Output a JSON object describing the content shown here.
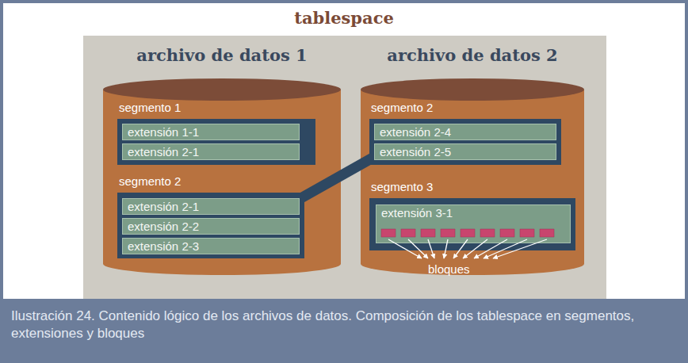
{
  "diagram": {
    "title": "tablespace",
    "caption": "Ilustración 24. Contenido lógico de los archivos de datos. Composición de los tablespace en segmentos, extensiones y bloques",
    "nodes": [
      {
        "text": [
          "archivo de datos 1"
        ]
      },
      {
        "text": [
          "segmento 1"
        ],
        "in": 0
      },
      {
        "text": [
          "extensión 1-1"
        ],
        "in": 1
      },
      {
        "text": [
          "extensión 2-1"
        ],
        "in": 1
      },
      {
        "text": [
          "segmento 2"
        ],
        "in": 0
      },
      {
        "text": [
          "extensión 2-1"
        ],
        "in": 4
      },
      {
        "text": [
          "extensión 2-2"
        ],
        "in": 4
      },
      {
        "text": [
          "extensión 2-3"
        ],
        "in": 4
      },
      {
        "text": [
          "archivo de datos 2"
        ]
      },
      {
        "text": [
          "segmento 2"
        ],
        "in": 8
      },
      {
        "text": [
          "extensión 2-4"
        ],
        "in": 9
      },
      {
        "text": [
          "extensión 2-5"
        ],
        "in": 9
      },
      {
        "text": [
          "segmento 3"
        ],
        "in": 8
      },
      {
        "text": [
          "extensión 3-1"
        ],
        "in": 12
      }
    ],
    "edges": [
      {
        "from": 4,
        "to": 9,
        "arrow": "none"
      }
    ],
    "labels": [
      "bloques"
    ]
  }
}
